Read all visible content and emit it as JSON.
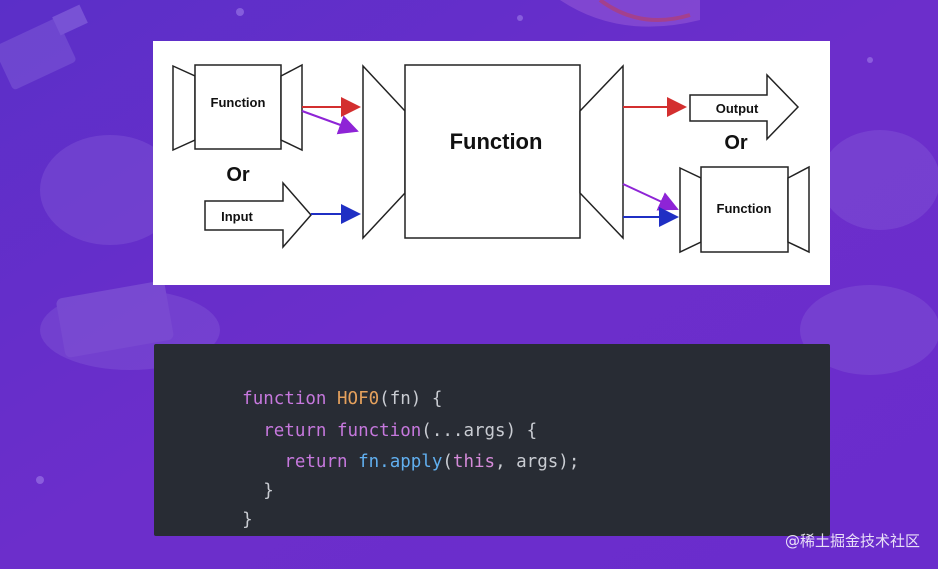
{
  "diagram": {
    "left_box_label": "Function",
    "or_left": "Or",
    "input_label": "Input",
    "center_box_label": "Function",
    "output_label": "Output",
    "or_right": "Or",
    "right_box_label": "Function"
  },
  "code": {
    "lines": [
      {
        "segments": [
          {
            "text": "function",
            "kind": "kw"
          },
          {
            "text": " ",
            "kind": "plain"
          },
          {
            "text": "HOF0",
            "kind": "fn"
          },
          {
            "text": "(fn) {",
            "kind": "plain"
          }
        ]
      },
      {
        "segments": [
          {
            "text": "  ",
            "kind": "plain"
          },
          {
            "text": "return",
            "kind": "kw"
          },
          {
            "text": " ",
            "kind": "plain"
          },
          {
            "text": "function",
            "kind": "kw"
          },
          {
            "text": "(...args) {",
            "kind": "plain"
          }
        ]
      },
      {
        "segments": [
          {
            "text": "    ",
            "kind": "plain"
          },
          {
            "text": "return",
            "kind": "kw"
          },
          {
            "text": " fn.",
            "kind": "plain"
          },
          {
            "text": "apply",
            "kind": "call"
          },
          {
            "text": "(",
            "kind": "plain"
          },
          {
            "text": "this",
            "kind": "this"
          },
          {
            "text": ", args);",
            "kind": "plain"
          }
        ]
      },
      {
        "segments": [
          {
            "text": "  }",
            "kind": "plain"
          }
        ]
      },
      {
        "segments": [
          {
            "text": "}",
            "kind": "plain"
          }
        ]
      }
    ]
  },
  "watermark": "@稀土掘金技术社区",
  "colors": {
    "background": "#6a2fc9",
    "arrow_red": "#d32f2f",
    "arrow_purple": "#8e24d6",
    "arrow_blue": "#1f2fc4",
    "code_bg": "#282c34",
    "code_keyword": "#c678dd",
    "code_function_name": "#e5a15d",
    "code_method": "#61afef"
  }
}
